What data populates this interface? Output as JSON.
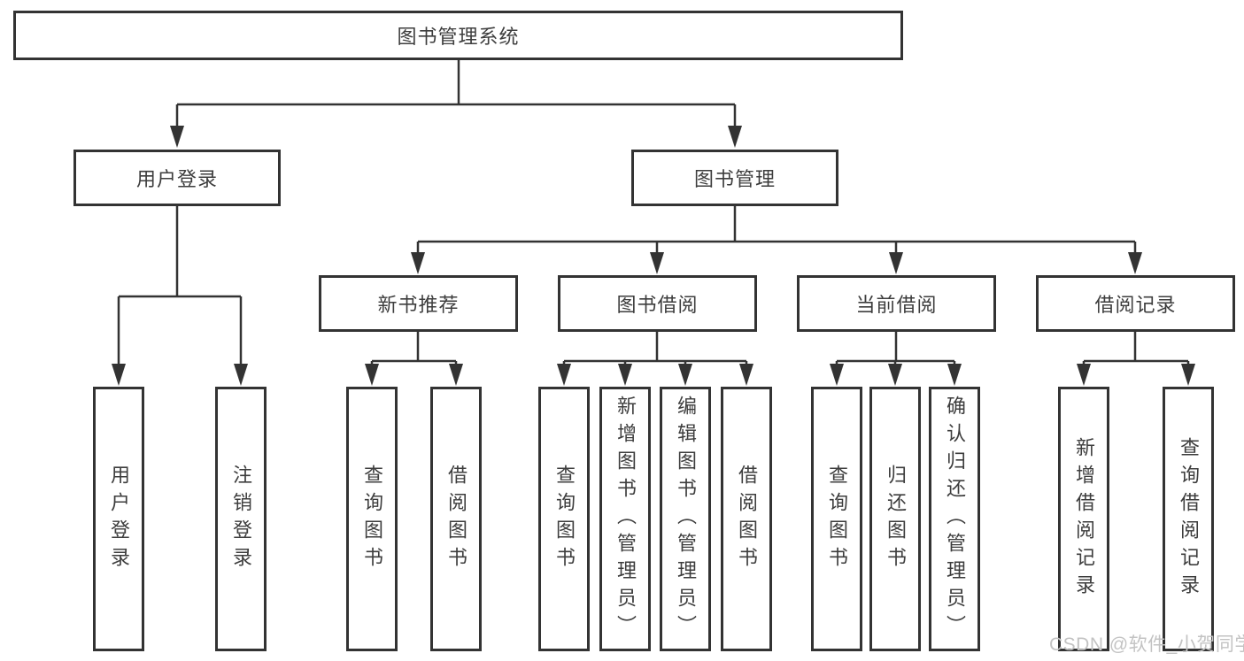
{
  "diagram": {
    "root": "图书管理系统",
    "branches": [
      {
        "label": "用户登录",
        "children": [
          "用户登录",
          "注销登录"
        ]
      },
      {
        "label": "图书管理",
        "groups": [
          {
            "label": "新书推荐",
            "children": [
              "查询图书",
              "借阅图书"
            ]
          },
          {
            "label": "图书借阅",
            "children": [
              "查询图书",
              "新增图书（管理员）",
              "编辑图书（管理员）",
              "借阅图书"
            ]
          },
          {
            "label": "当前借阅",
            "children": [
              "查询图书",
              "归还图书",
              "确认归还（管理员）"
            ]
          },
          {
            "label": "借阅记录",
            "children": [
              "新增借阅记录",
              "查询借阅记录"
            ]
          }
        ]
      }
    ]
  },
  "watermark": "CSDN @软件_小贺同学",
  "colors": {
    "line": "#333333",
    "text": "#3d3d3d",
    "watermark": "#c3c3c3",
    "background": "#ffffff"
  }
}
